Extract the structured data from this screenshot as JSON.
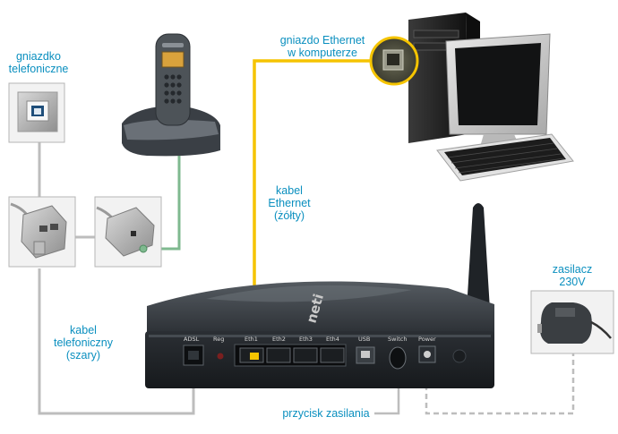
{
  "labels": {
    "wall_socket": [
      "gniazdko",
      "telefoniczne"
    ],
    "ethernet_socket": [
      "gniazdo Ethernet",
      "w komputerze"
    ],
    "ethernet_cable": [
      "kabel",
      "Ethernet",
      "(żółty)"
    ],
    "phone_cable": [
      "kabel",
      "telefoniczny",
      "(szary)"
    ],
    "power_adapter": [
      "zasilacz",
      "230V"
    ],
    "power_button": "przycisk zasilania"
  },
  "router": {
    "brand": "neti",
    "ports": [
      "ADSL",
      "Reg",
      "Eth1",
      "Eth2",
      "Eth3",
      "Eth4",
      "USB",
      "Switch",
      "Power"
    ]
  },
  "colors": {
    "label_text": "#0a8fbf",
    "ethernet_cable": "#f5c400",
    "phone_cable": "#bdbdbd",
    "handset_cable": "#7fb98f",
    "router_body": "#2e3338"
  },
  "icons": [
    "wall-socket-icon",
    "splitter-icon",
    "microfilter-icon",
    "cordless-phone-icon",
    "desktop-computer-icon",
    "keyboard-icon",
    "router-icon",
    "antenna-icon",
    "power-adapter-icon"
  ]
}
